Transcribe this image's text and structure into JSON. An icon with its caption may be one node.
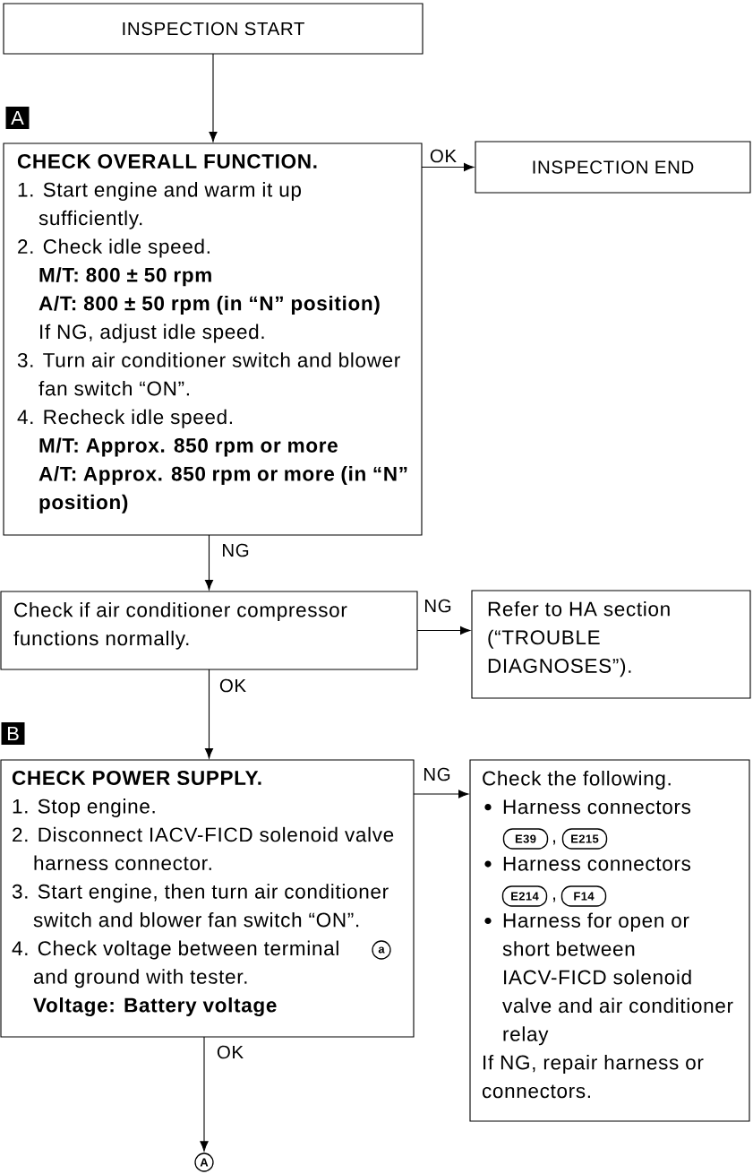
{
  "diagram": {
    "nodes": [
      {
        "text": [
          "INSPECTION START"
        ]
      },
      {
        "text": [
          "CHECK OVERALL FUNCTION.",
          "1. Start engine and warm it up sufficiently.",
          "2. Check idle speed.",
          "M/T: 800 ± 50 rpm",
          "A/T: 800 ± 50 rpm (in “N” position)",
          "If NG, adjust idle speed.",
          "3. Turn air conditioner switch and blower fan switch “ON”.",
          "4. Recheck idle speed.",
          "M/T: Approx. 850 rpm or more",
          "A/T: Approx. 850 rpm or more (in “N” position)"
        ]
      },
      {
        "text": [
          "INSPECTION END"
        ]
      },
      {
        "text": [
          "Check if air conditioner compressor functions normally."
        ]
      },
      {
        "text": [
          "Refer to HA section (“TROUBLE DIAGNOSES”)."
        ]
      },
      {
        "text": [
          "CHECK POWER SUPPLY.",
          "1. Stop engine.",
          "2. Disconnect IACV-FICD solenoid valve harness connector.",
          "3. Start engine, then turn air conditioner switch and blower fan switch “ON”.",
          "4. Check voltage between terminal",
          "and ground with tester.",
          "Voltage: Battery voltage"
        ]
      },
      {
        "text": [
          "Check the following.",
          "Harness connectors",
          "Harness connectors",
          "Harness for open or short between IACV-FICD solenoid valve and air conditioner relay",
          "If NG, repair harness or connectors."
        ]
      },
      {
        "text": [
          "E39"
        ],
        "in": 6
      },
      {
        "text": [
          "E215"
        ],
        "in": 6
      },
      {
        "text": [
          "E214"
        ],
        "in": 6
      },
      {
        "text": [
          "F14"
        ],
        "in": 6
      },
      {
        "text": [
          "A"
        ]
      },
      {
        "text": [
          "a"
        ],
        "in": 5
      }
    ],
    "edges": [
      {
        "from": 0,
        "to": 1,
        "arrow": "to"
      },
      {
        "from": 1,
        "to": 2,
        "arrow": "to",
        "label": "OK"
      },
      {
        "from": 1,
        "to": 3,
        "arrow": "to",
        "label": "NG"
      },
      {
        "from": 3,
        "to": 4,
        "arrow": "to",
        "label": "NG"
      },
      {
        "from": 3,
        "to": 5,
        "arrow": "to",
        "label": "OK"
      },
      {
        "from": 5,
        "to": 6,
        "arrow": "to",
        "label": "NG"
      },
      {
        "from": 5,
        "to": 11,
        "arrow": "to",
        "label": "OK"
      }
    ],
    "labels": [
      "A",
      "B",
      ",",
      ","
    ]
  }
}
